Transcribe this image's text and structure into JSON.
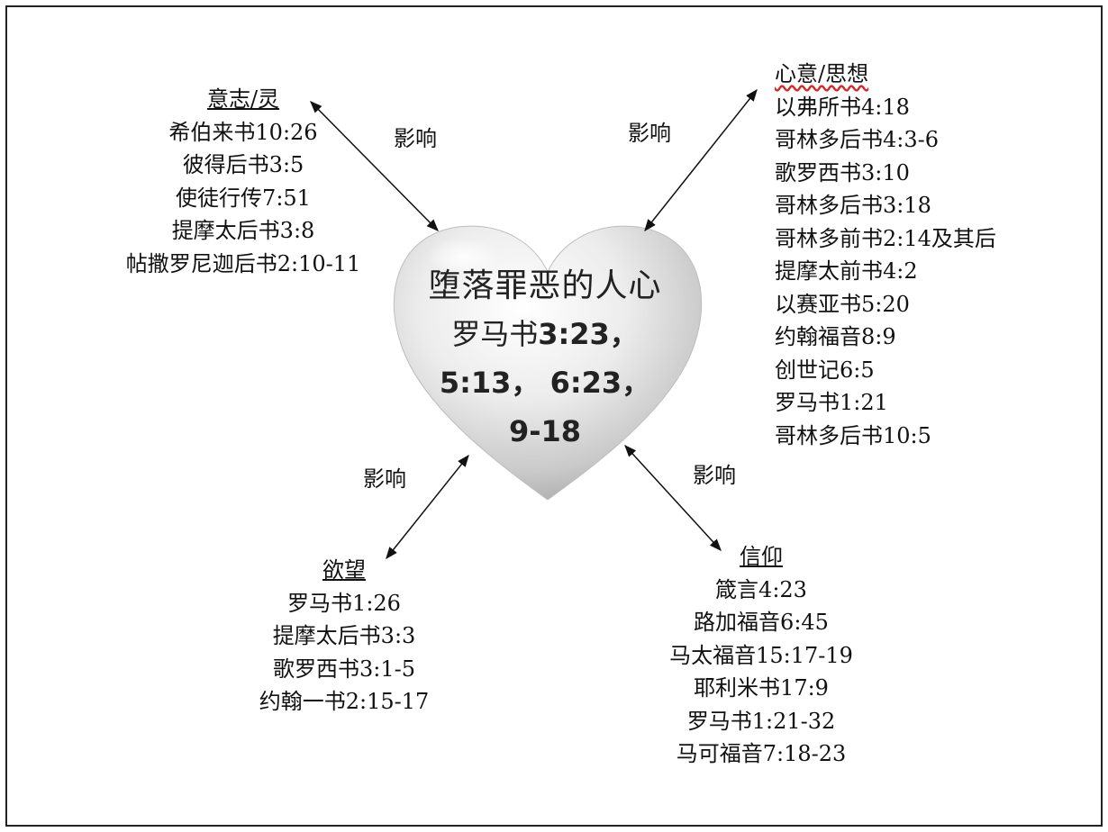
{
  "center": {
    "title": "堕落罪恶的人心",
    "ref_line1_label": "罗马书",
    "ref_line1_value": "3:23，",
    "ref_line2": "5:13， 6:23，",
    "ref_line3": "9-18"
  },
  "influence_label": "影响",
  "will": {
    "title": "意志/灵",
    "refs": [
      "希伯来书10:26",
      "彼得后书3:5",
      "使徒行传7:51",
      "提摩太后书3:8",
      "帖撒罗尼迦后书2:10-11"
    ]
  },
  "mind": {
    "title": "心意/思想",
    "refs": [
      "以弗所书4:18",
      "哥林多后书4:3-6",
      "歌罗西书3:10",
      "哥林多后书3:18",
      "哥林多前书2:14及其后",
      "提摩太前书4:2",
      "以赛亚书5:20",
      "约翰福音8:9",
      "创世记6:5",
      "罗马书1:21",
      "哥林多后书10:5"
    ]
  },
  "desire": {
    "title": "欲望",
    "refs": [
      "罗马书1:26",
      "提摩太后书3:3",
      "歌罗西书3:1-5",
      "约翰一书2:15-17"
    ]
  },
  "faith": {
    "title": "信仰",
    "refs": [
      "箴言4:23",
      "路加福音6:45",
      "马太福音15:17-19",
      "耶利米书17:9",
      "罗马书1:21-32",
      "马可福音7:18-23"
    ]
  }
}
